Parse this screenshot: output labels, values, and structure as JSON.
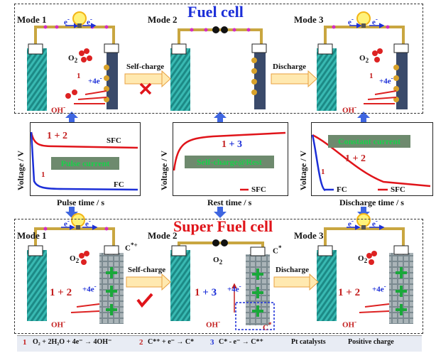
{
  "top_title": "Fuel cell",
  "bottom_title": "Super Fuel cell",
  "modes": {
    "m1": "Mode 1",
    "m2": "Mode 2",
    "m3": "Mode 3"
  },
  "electron": "e",
  "electron_sup": "-",
  "o2": "O",
  "o2_sub": "2",
  "oh": "OH",
  "oh_sup": "-",
  "plus4e": "+4e",
  "plus4e_sup": "-",
  "cstar": "C",
  "cstar_sup": "*",
  "cstarplus": "C",
  "cstarplus_sup": "*+",
  "arrows": {
    "self_charge": "Self-charge",
    "discharge": "Discharge"
  },
  "steps": {
    "s1": "1",
    "s2": "2",
    "s3": "3",
    "plus": "+"
  },
  "charts": {
    "c1": {
      "ylabel": "Voltage / V",
      "xlabel": "Pulse time / s",
      "box": "Pulse current",
      "sfc": "SFC",
      "fc": "FC"
    },
    "c2": {
      "ylabel": "Voltage / V",
      "xlabel": "Rest time / s",
      "box": "Self-charge@Rest",
      "sfc": "SFC"
    },
    "c3": {
      "ylabel": "Voltage / V",
      "xlabel": "Discharge time / s",
      "box": "Constant current",
      "fc": "FC",
      "sfc": "SFC"
    }
  },
  "colors": {
    "blue": "#1c2fd8",
    "red": "#e0141a",
    "green": "#19d04a",
    "teal": "#2fb6b0"
  },
  "legend": {
    "r1": "O₂ + 2H₂O + 4e⁻ → 4OH⁻",
    "r2": "C*⁺ + e⁻ → C*",
    "r3": "C* - e⁻ → C*⁺",
    "pt": "Pt catalysts",
    "pos": "Positive charge"
  },
  "icons": {
    "bulb": "lightbulb-icon",
    "check": "check-icon",
    "cross": "cross-icon",
    "battery": "battery-icon"
  }
}
